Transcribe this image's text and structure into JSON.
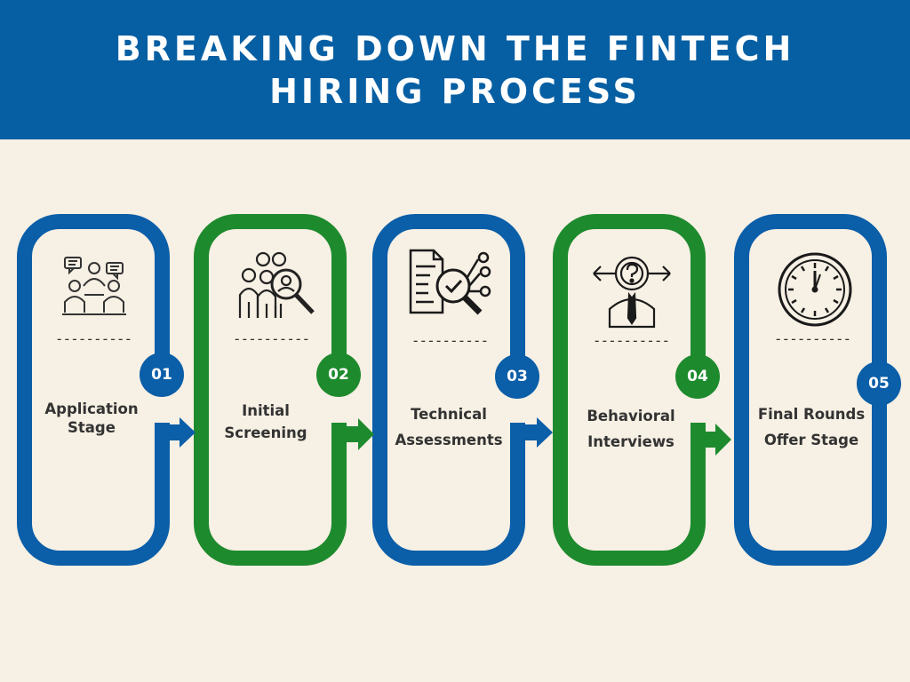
{
  "title": "BREAKING DOWN THE FINTECH HIRING PROCESS",
  "colors": {
    "blue": "#0b5ea8",
    "green": "#1e8a2e",
    "header": "#075fa3",
    "background": "#f7f0e4"
  },
  "steps": [
    {
      "number": "01",
      "label_line1": "Application",
      "label_line2": "Stage",
      "icon": "discussion-people-icon",
      "color": "blue"
    },
    {
      "number": "02",
      "label_line1": "Initial",
      "label_line2": "Screening",
      "icon": "candidate-search-icon",
      "color": "green"
    },
    {
      "number": "03",
      "label_line1": "Technical",
      "label_line2": "Assessments",
      "icon": "document-analysis-icon",
      "color": "blue"
    },
    {
      "number": "04",
      "label_line1": "Behavioral",
      "label_line2": "Interviews",
      "icon": "thinking-businessman-icon",
      "color": "green"
    },
    {
      "number": "05",
      "label_line1": "Final Rounds",
      "label_line2": "Offer Stage",
      "icon": "clock-icon",
      "color": "blue"
    }
  ],
  "separator": "----------"
}
